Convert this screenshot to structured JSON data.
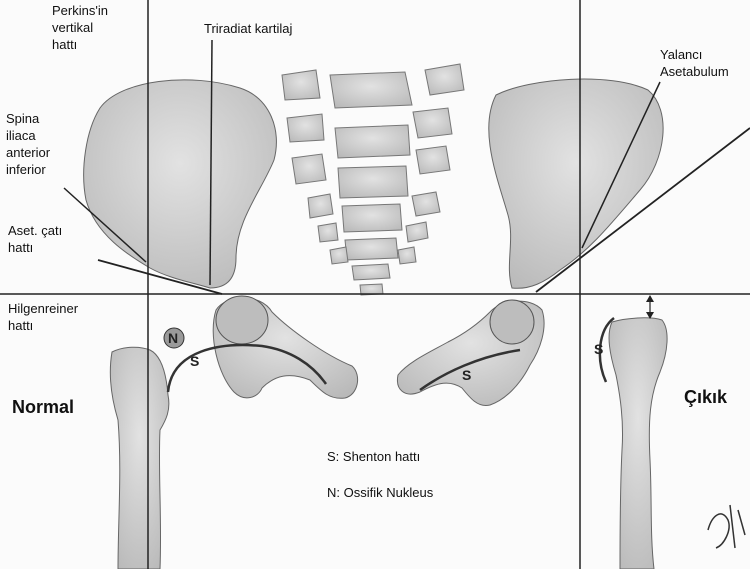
{
  "labels": {
    "perkins": "Perkins'in\nvertikal\nhattı",
    "triradiat": "Triradiat kartilaj",
    "yalanci": "Yalancı\nAsetabulum",
    "spina": "Spina\niliaca\nanterior\ninferior",
    "aset_cati": "Aset. çatı\nhattı",
    "hilgenreiner": "Hilgenreiner\nhattı",
    "normal": "Normal",
    "cikik": "Çıkık",
    "legend_s": "S: Shenton hattı",
    "legend_n": "N: Ossifik Nukleus"
  },
  "letters": {
    "n": "N",
    "s": "S"
  },
  "colors": {
    "bone": "#cfcfcf",
    "bone_dark": "#a8a8a8",
    "line": "#222222"
  }
}
